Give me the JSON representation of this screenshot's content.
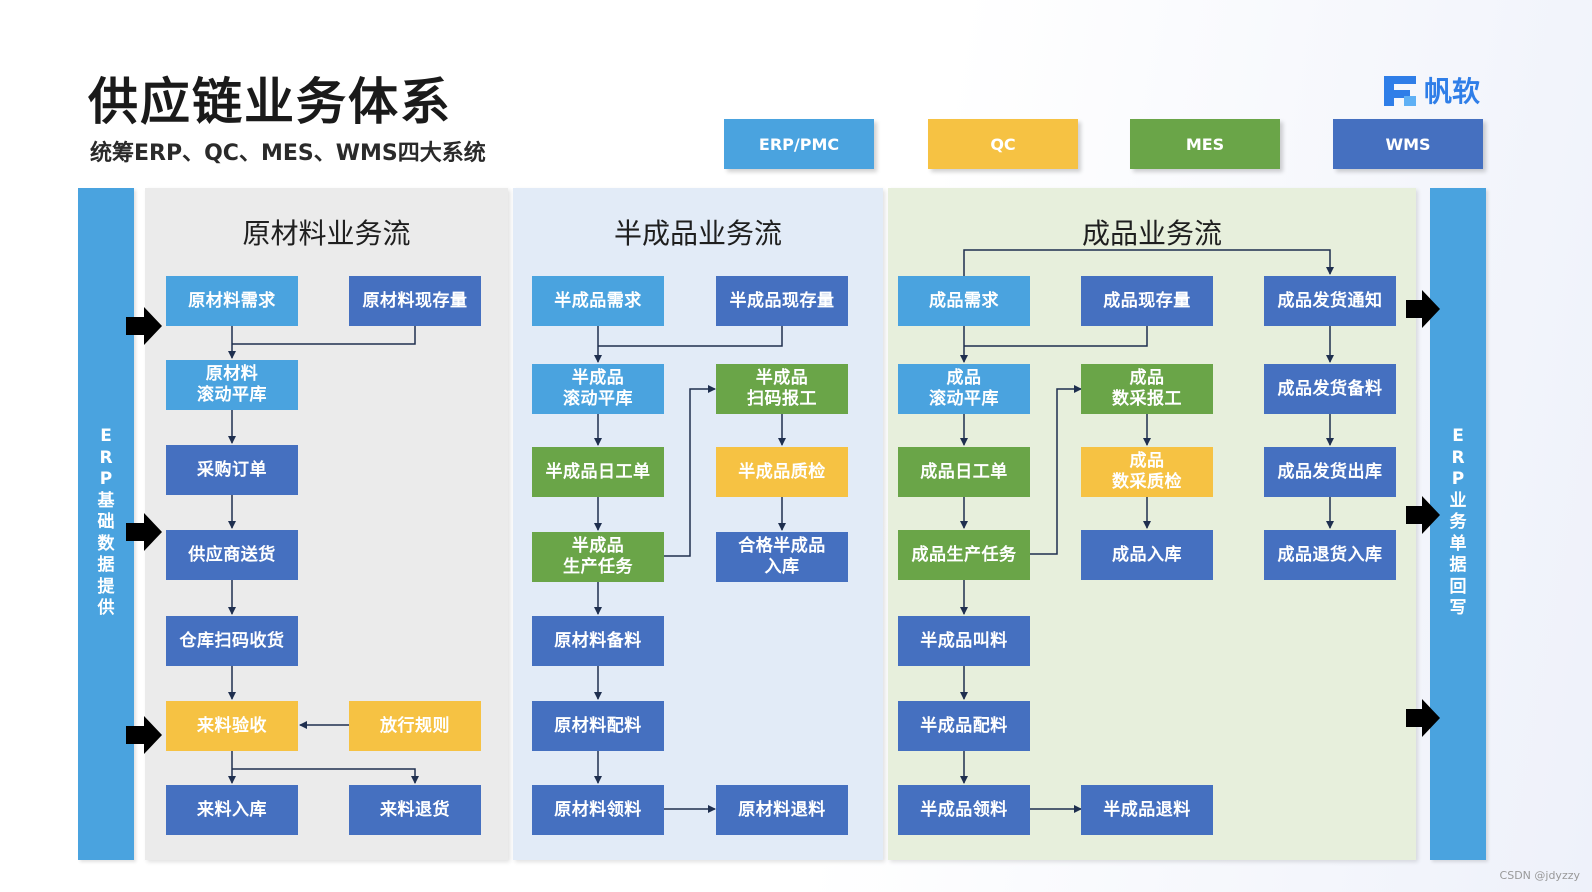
{
  "header": {
    "title": "供应链业务体系",
    "subtitle": "统筹ERP、QC、MES、WMS四大系统",
    "brand": "帆软"
  },
  "legend": [
    {
      "label": "ERP/PMC",
      "color": "#4aa3df"
    },
    {
      "label": "QC",
      "color": "#f6c243"
    },
    {
      "label": "MES",
      "color": "#6aa548"
    },
    {
      "label": "WMS",
      "color": "#4570c0"
    }
  ],
  "sidebars": {
    "left": "ERP基础数据提供",
    "right": "ERP业务单据回写"
  },
  "panels": {
    "raw": {
      "title": "原材料业务流",
      "nodes": {
        "demand": "原材料需求",
        "stock": "原材料现存量",
        "rolling": "原材料\n滚动平库",
        "po": "采购订单",
        "supplier": "供应商送货",
        "scan": "仓库扫码收货",
        "inspect": "来料验收",
        "rule": "放行规则",
        "instock": "来料入库",
        "return": "来料退货"
      }
    },
    "semi": {
      "title": "半成品业务流",
      "nodes": {
        "demand": "半成品需求",
        "stock": "半成品现存量",
        "rolling": "半成品\n滚动平库",
        "scan_report": "半成品\n扫码报工",
        "daily": "半成品日工单",
        "qc": "半成品质检",
        "task": "半成品\n生产任务",
        "qualified": "合格半成品\n入库",
        "prep": "原材料备料",
        "match": "原材料配料",
        "pick": "原材料领料",
        "return": "原材料退料"
      }
    },
    "finished": {
      "title": "成品业务流",
      "nodes": {
        "demand": "成品需求",
        "stock": "成品现存量",
        "ship_notice": "成品发货通知",
        "rolling": "成品\n滚动平库",
        "collect_report": "成品\n数采报工",
        "ship_prep": "成品发货备料",
        "daily": "成品日工单",
        "collect_qc": "成品\n数采质检",
        "ship_out": "成品发货出库",
        "task": "成品生产任务",
        "instock": "成品入库",
        "return_in": "成品退货入库",
        "semi_call": "半成品叫料",
        "semi_match": "半成品配料",
        "semi_pick": "半成品领料",
        "semi_return": "半成品退料"
      }
    }
  },
  "watermark": "CSDN @jdyzzy"
}
